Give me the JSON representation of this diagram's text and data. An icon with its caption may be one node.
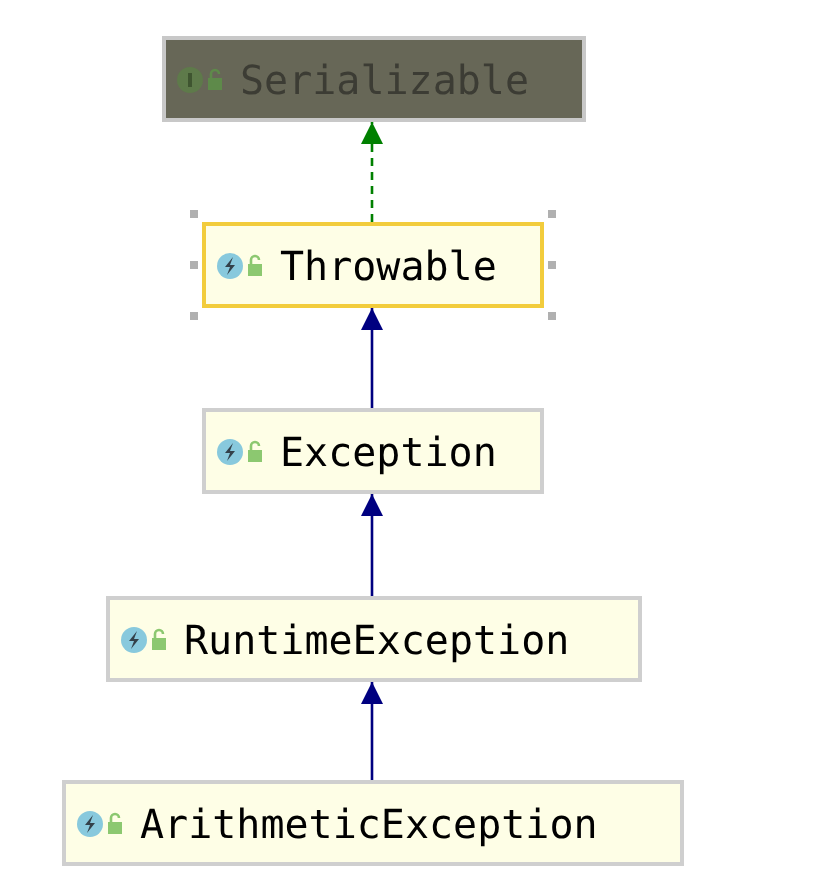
{
  "diagram": {
    "nodes": [
      {
        "text": [
          "Serializable"
        ]
      },
      {
        "text": [
          "Throwable"
        ]
      },
      {
        "text": [
          "Exception"
        ]
      },
      {
        "text": [
          "RuntimeException"
        ]
      },
      {
        "text": [
          "ArithmeticException"
        ]
      }
    ],
    "edges": [
      {
        "from": 1,
        "to": 0,
        "arrow": "to",
        "style": "dashed",
        "color": "#008000"
      },
      {
        "from": 2,
        "to": 1,
        "arrow": "to"
      },
      {
        "from": 3,
        "to": 2,
        "arrow": "to"
      },
      {
        "from": 4,
        "to": 3,
        "arrow": "to"
      }
    ]
  }
}
